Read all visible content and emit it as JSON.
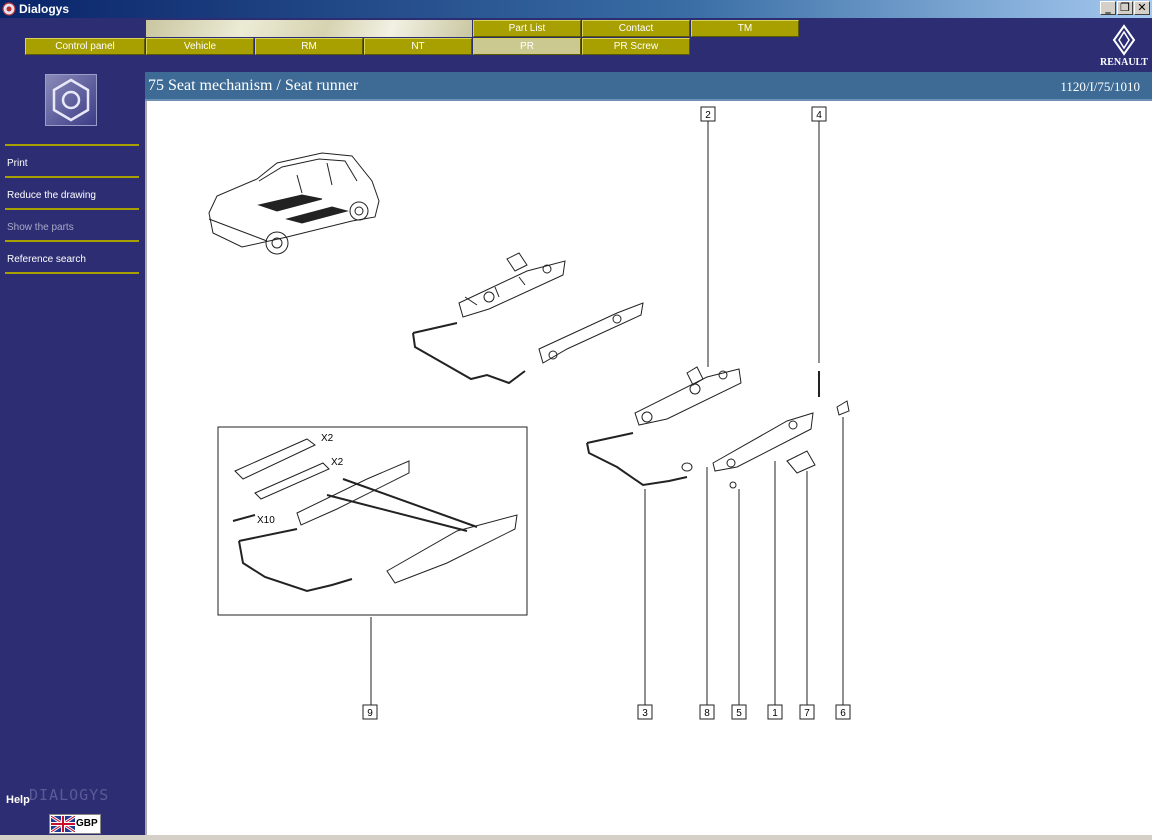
{
  "window": {
    "title": "Dialogys",
    "controls": {
      "minimize": "_",
      "restore": "❐",
      "close": "✕"
    }
  },
  "tabs_top": [
    {
      "label": "Part List"
    },
    {
      "label": "Contact"
    },
    {
      "label": "TM"
    }
  ],
  "tabs_bottom": [
    {
      "label": "Control panel"
    },
    {
      "label": "Vehicle"
    },
    {
      "label": "RM"
    },
    {
      "label": "NT"
    },
    {
      "label": "PR",
      "active": true
    },
    {
      "label": "PR Screw"
    }
  ],
  "brand": {
    "name": "RENAULT"
  },
  "page": {
    "title": "75 Seat mechanism / Seat runner",
    "reference": "1120/I/75/1010"
  },
  "sidebar": {
    "icon": "hex-nut-icon",
    "items": [
      {
        "label": "Print",
        "enabled": true
      },
      {
        "label": "Reduce the drawing",
        "enabled": true
      },
      {
        "label": "Show the parts",
        "enabled": false
      },
      {
        "label": "Reference search",
        "enabled": true
      }
    ],
    "help_label": "Help",
    "watermark": "DIALOGYS",
    "currency": "GBP"
  },
  "diagram": {
    "part_numbers": {
      "p1": "1",
      "p2": "2",
      "p3": "3",
      "p4": "4",
      "p5": "5",
      "p6": "6",
      "p7": "7",
      "p8": "8",
      "p9": "9"
    },
    "quantities": {
      "q_x2_a": "X2",
      "q_x2_b": "X2",
      "q_x10": "X10"
    }
  },
  "colors": {
    "window_bg": "#2d2d74",
    "tab": "#a8a000",
    "tab_active": "#cbc98f",
    "page_bar": "#3d6b95"
  }
}
